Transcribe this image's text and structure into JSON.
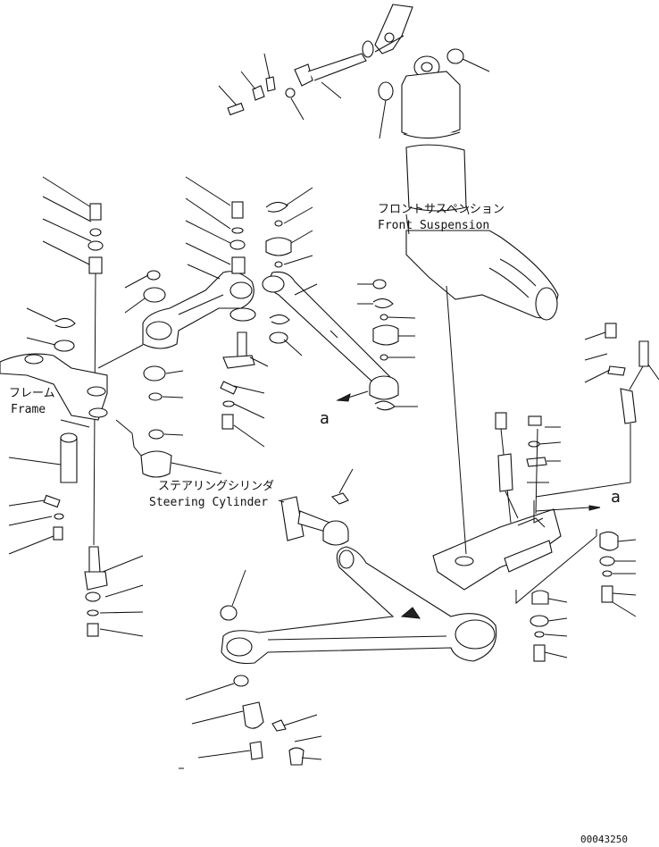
{
  "labels": {
    "front_suspension_jp": "フロントサスペンション",
    "front_suspension_en": "Front Suspension",
    "frame_jp": "フレーム",
    "frame_en": "Frame",
    "steering_cylinder_jp": "ステアリングシリンダ",
    "steering_cylinder_en": "Steering Cylinder",
    "ref_a_left": "a",
    "ref_a_right": "a",
    "drawing_number": "00043250"
  }
}
